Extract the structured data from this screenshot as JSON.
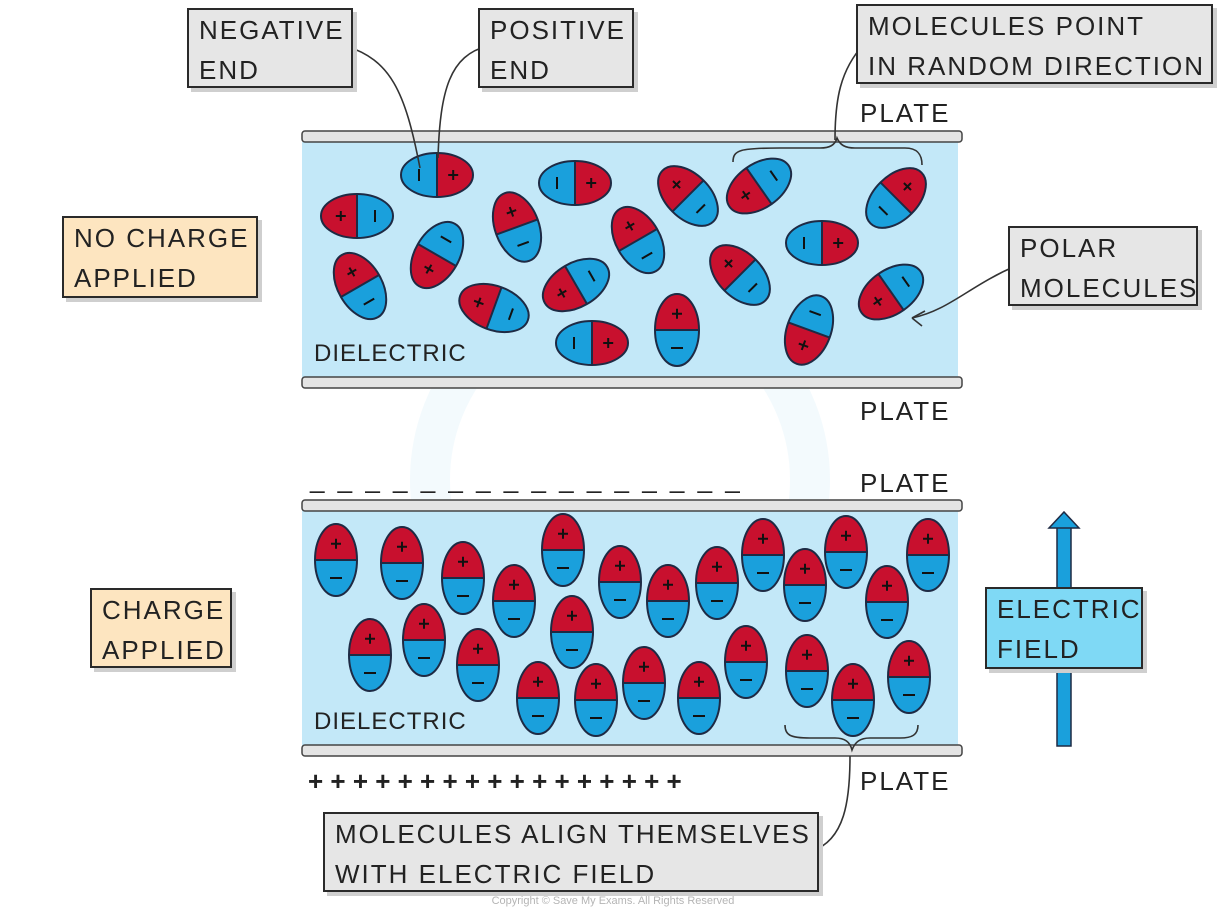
{
  "labels": {
    "negative_end": [
      "NEGATIVE",
      "END"
    ],
    "positive_end": [
      "POSITIVE",
      "END"
    ],
    "random_direction": [
      "MOLECULES POINT",
      "IN RANDOM DIRECTION"
    ],
    "plate": "PLATE",
    "no_charge": [
      "NO CHARGE",
      "APPLIED"
    ],
    "polar_molecules": [
      "POLAR",
      "MOLECULES"
    ],
    "dielectric": "DIELECTRIC",
    "charge_applied": [
      "CHARGE",
      "APPLIED"
    ],
    "electric_field": [
      "ELECTRIC",
      "FIELD"
    ],
    "align": [
      "MOLECULES ALIGN THEMSELVES",
      "WITH ELECTRIC FIELD"
    ],
    "negative_charges": "_ _ _ _ _ _ _ _ _ _ _ _ _ _ _ _",
    "positive_charges": "+ + + + + + + + + + + + + + + + +",
    "copyright": "Copyright © Save My Exams. All Rights Reserved"
  },
  "colors": {
    "positive": "#c8102e",
    "negative": "#1aa0dc",
    "dielectric": "#c3e8f8",
    "plate": "#e4e4e4",
    "outline": "#1e2a44"
  }
}
